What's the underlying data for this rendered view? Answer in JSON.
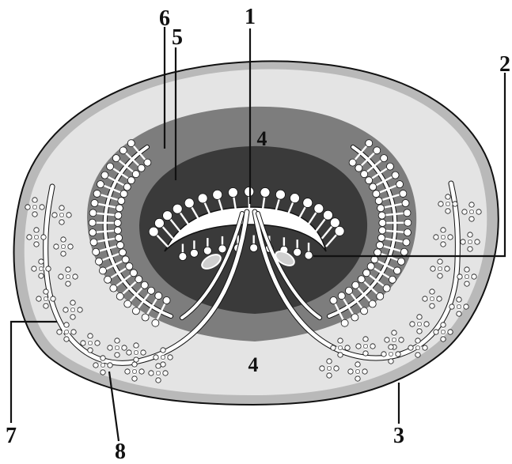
{
  "colors": {
    "background": "#ffffff",
    "outer_shell": "#b9b9b9",
    "outer_zone": "#e4e4e4",
    "middle_zone": "#7d7d7d",
    "inner_zone": "#3a3a3a",
    "ducts": "#ffffff",
    "outline": "#111111"
  },
  "labels": {
    "l1": "1",
    "l2": "2",
    "l3": "3",
    "l4_top": "4",
    "l4_bottom": "4",
    "l5": "5",
    "l6": "6",
    "l7": "7",
    "l8": "8"
  }
}
